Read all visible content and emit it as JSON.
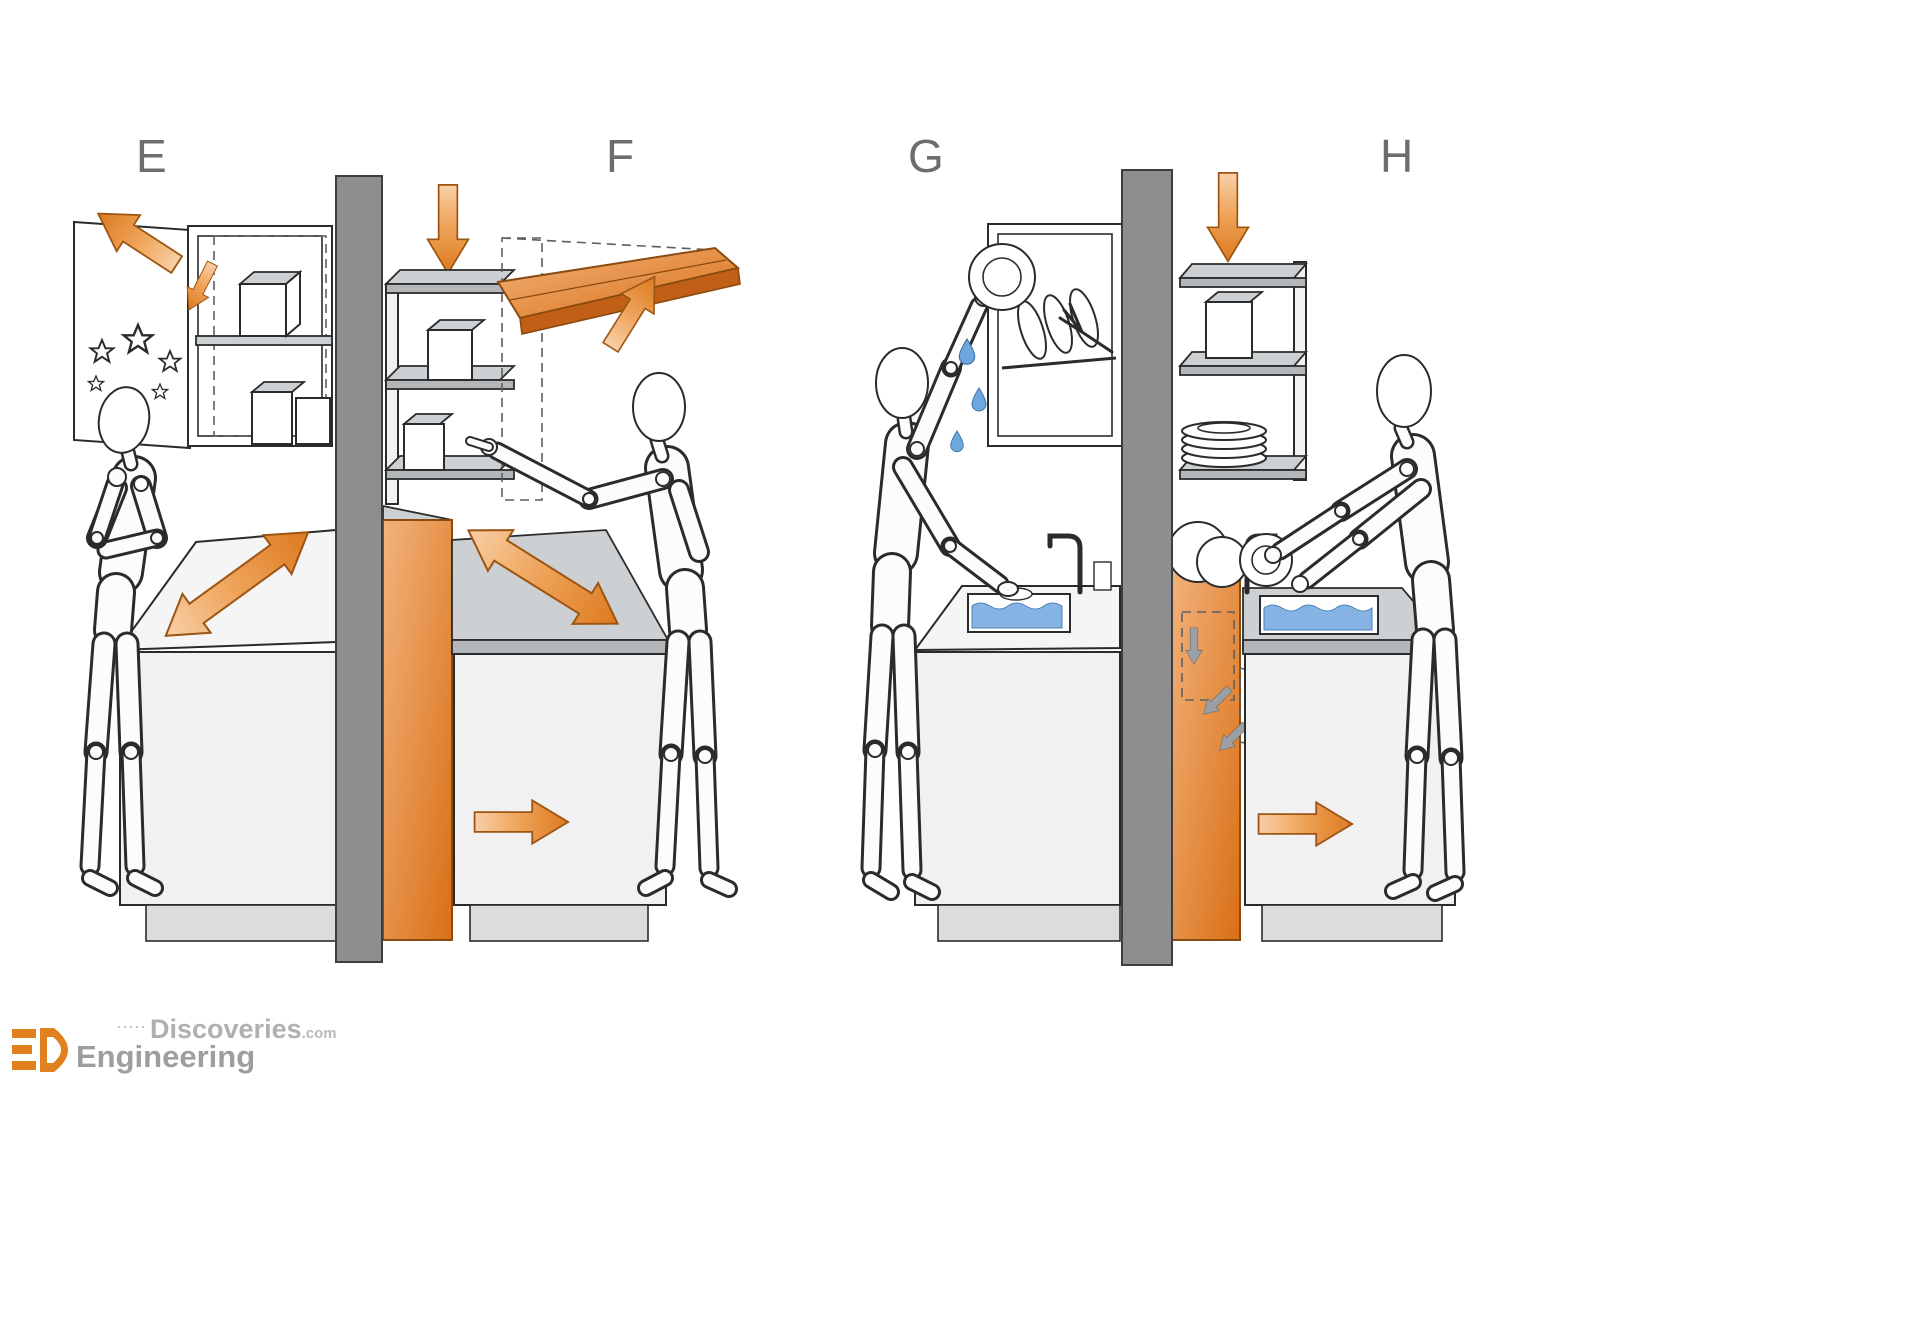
{
  "panel_labels": {
    "e": "E",
    "f": "F",
    "g": "G",
    "h": "H"
  },
  "watermark": {
    "logo_text": "ED",
    "brand_top": "Discoveries",
    "brand_top_suffix": ".com",
    "brand_bottom": "Engineering"
  },
  "icons": {
    "double-arrow": "↔",
    "down-arrow": "↓",
    "right-arrow": "→",
    "up-left-arrow": "↖",
    "up-right-arrow": "↗",
    "water-drop": "💧",
    "star": "★"
  },
  "colors": {
    "accent_orange": "#DD7B24",
    "accent_orange_light": "#F8D0A8",
    "wall_gray": "#8E8E8E",
    "slab_gray": "#CCD0D3",
    "cabinet_white": "#F1F1F1",
    "outline": "#2B2B2B",
    "water_blue": "#85B4E4",
    "label_gray": "#6D6D6D",
    "watermark_gray": "#A6A6A6"
  }
}
